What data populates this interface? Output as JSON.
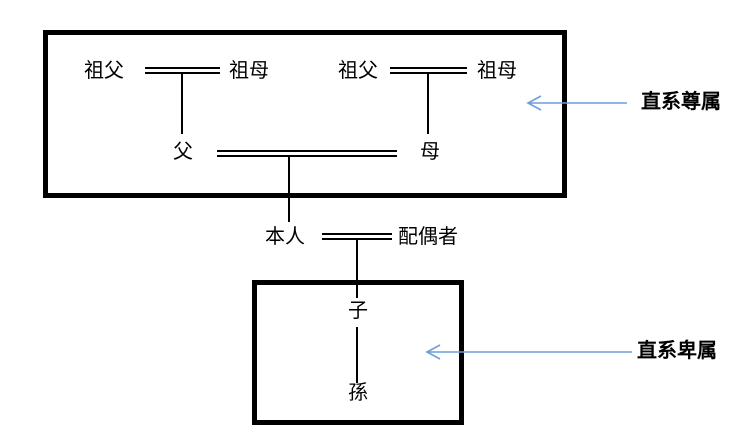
{
  "nodes": {
    "paternal_grandfather": "祖父",
    "paternal_grandmother": "祖母",
    "maternal_grandfather": "祖父",
    "maternal_grandmother": "祖母",
    "father": "父",
    "mother": "母",
    "self": "本人",
    "spouse": "配偶者",
    "child": "子",
    "grandchild": "孫"
  },
  "labels": {
    "ascendants": "直系尊属",
    "descendants": "直系卑属"
  },
  "colors": {
    "arrow": "#6E9ED9",
    "line": "#000000",
    "background": "#FFFFFF"
  }
}
